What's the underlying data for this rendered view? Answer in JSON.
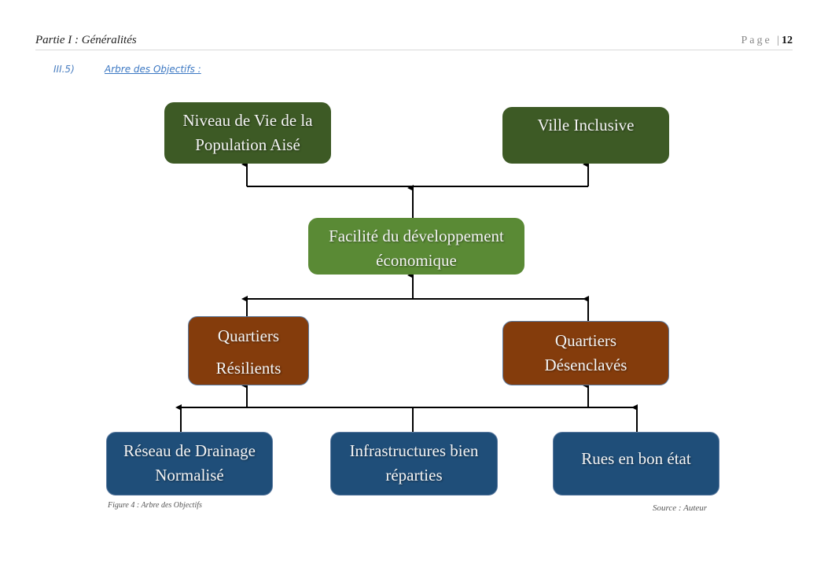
{
  "header": {
    "left": "Partie I : Généralités",
    "page_label": "Page |",
    "page_number": "12"
  },
  "section": {
    "number": "III.5)",
    "title": "Arbre des Objectifs :"
  },
  "diagram": {
    "top": [
      {
        "line1": "Niveau de Vie de la",
        "line2": "Population Aisé"
      },
      {
        "line1": "Ville Inclusive",
        "line2": ""
      }
    ],
    "middle": {
      "line1": "Facilité du développement",
      "line2": "économique"
    },
    "level3": [
      {
        "line1": "Quartiers",
        "line2": "Résilients"
      },
      {
        "line1": "Quartiers",
        "line2": "Désenclavés"
      }
    ],
    "bottom": [
      {
        "line1": "Réseau de Drainage",
        "line2": "Normalisé"
      },
      {
        "line1": "Infrastructures bien",
        "line2": "réparties"
      },
      {
        "line1": "Rues en bon état",
        "line2": ""
      }
    ],
    "colors": {
      "top": "#3d5a25",
      "middle": "#5a8a35",
      "level3": "#843c0c",
      "bottom": "#1f4e79"
    }
  },
  "caption": "Figure 4 : Arbre des Objectifs",
  "source": "Source : Auteur"
}
